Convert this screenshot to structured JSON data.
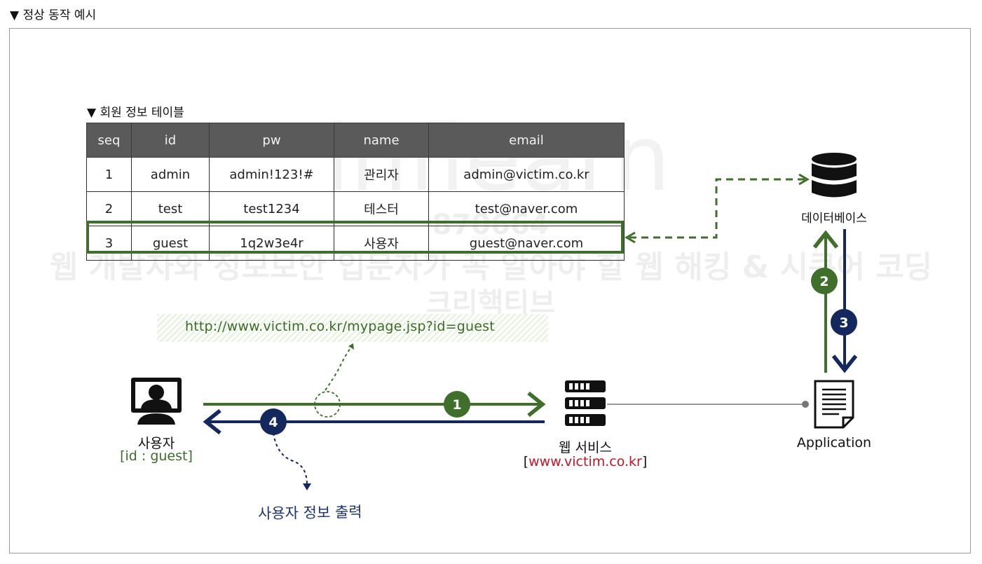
{
  "section_title": "▼ 정상 동작 예시",
  "table": {
    "caption": "▼ 회원 정보 테이블",
    "columns": [
      "seq",
      "id",
      "pw",
      "name",
      "email"
    ],
    "rows": [
      [
        "1",
        "admin",
        "admin!123!#",
        "관리자",
        "admin@victim.co.kr"
      ],
      [
        "2",
        "test",
        "test1234",
        "테스터",
        "test@naver.com"
      ],
      [
        "3",
        "guest",
        "1q2w3e4r",
        "사용자",
        "guest@naver.com"
      ]
    ],
    "highlighted_row": 3
  },
  "request_url": "http://www.victim.co.kr/mypage.jsp?id=guest",
  "user": {
    "label": "사용자",
    "id_text": "[id : guest]"
  },
  "web_service": {
    "label": "웹 서비스",
    "domain_open": "[",
    "domain": "www.victim.co.kr",
    "domain_close": "]"
  },
  "application": {
    "label": "Application"
  },
  "database": {
    "label": "데이터베이스"
  },
  "steps": [
    "1",
    "2",
    "3",
    "4"
  ],
  "output_note": "사용자 정보 출력",
  "watermark": {
    "brand": "inflearn",
    "number": "870664",
    "course": "웹 개발자와 정보보안 입문자가 꼭 알아야 할 웹 해킹 & 시큐어 코딩",
    "author": "크리핵티브"
  },
  "colors": {
    "green": "#3f6f2b",
    "navy": "#14285e",
    "red": "#c01427",
    "header_bg": "#5a5a5a"
  }
}
